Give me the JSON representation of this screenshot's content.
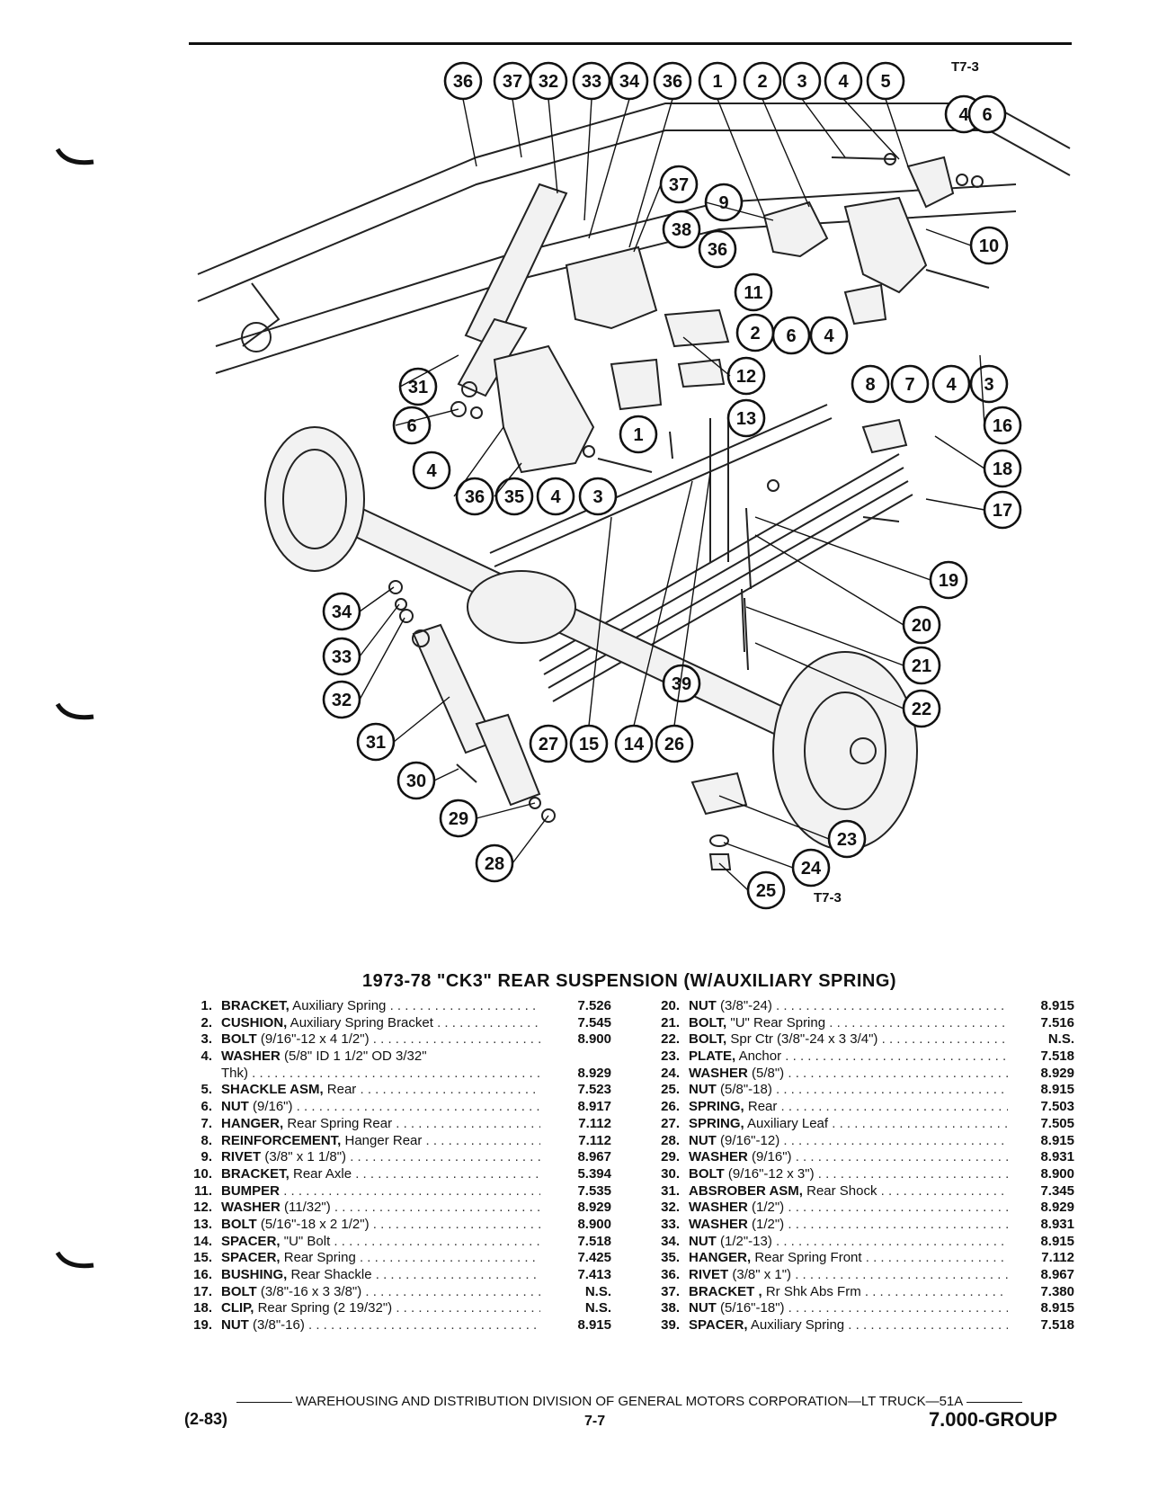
{
  "figure_id_top": "T7-3",
  "figure_id_bottom": "T7-3",
  "title": "1973-78 \"CK3\" REAR SUSPENSION (W/AUXILIARY SPRING)",
  "callouts": [
    "36",
    "37",
    "32",
    "33",
    "34",
    "36",
    "1",
    "2",
    "3",
    "4",
    "5",
    "4",
    "6",
    "37",
    "9",
    "38",
    "10",
    "36",
    "11",
    "2",
    "6",
    "4",
    "31",
    "12",
    "8",
    "7",
    "4",
    "3",
    "6",
    "13",
    "1",
    "16",
    "4",
    "36",
    "35",
    "4",
    "3",
    "18",
    "17",
    "19",
    "20",
    "34",
    "33",
    "21",
    "32",
    "39",
    "22",
    "31",
    "27",
    "15",
    "14",
    "26",
    "30",
    "29",
    "23",
    "28",
    "24",
    "25"
  ],
  "parts_left": [
    {
      "num": "1.",
      "name": "BRACKET,",
      "desc": "Auxiliary Spring",
      "code": "7.526"
    },
    {
      "num": "2.",
      "name": "CUSHION,",
      "desc": "Auxiliary Spring Bracket",
      "code": "7.545"
    },
    {
      "num": "3.",
      "name": "BOLT",
      "desc": "(9/16\"-12 x 4 1/2\")",
      "code": "8.900"
    },
    {
      "num": "4.",
      "name": "WASHER",
      "desc": "(5/8\" ID 1 1/2\" OD 3/32\"",
      "code": ""
    },
    {
      "num": "",
      "name": "",
      "desc": "Thk)",
      "code": "8.929"
    },
    {
      "num": "5.",
      "name": "SHACKLE ASM,",
      "desc": "Rear",
      "code": "7.523"
    },
    {
      "num": "6.",
      "name": "NUT",
      "desc": "(9/16\")",
      "code": "8.917"
    },
    {
      "num": "7.",
      "name": "HANGER,",
      "desc": "Rear Spring Rear",
      "code": "7.112"
    },
    {
      "num": "8.",
      "name": "REINFORCEMENT,",
      "desc": "Hanger Rear",
      "code": "7.112"
    },
    {
      "num": "9.",
      "name": "RIVET",
      "desc": "(3/8\" x 1 1/8\")",
      "code": "8.967"
    },
    {
      "num": "10.",
      "name": "BRACKET,",
      "desc": "Rear Axle",
      "code": "5.394"
    },
    {
      "num": "11.",
      "name": "BUMPER",
      "desc": "",
      "code": "7.535"
    },
    {
      "num": "12.",
      "name": "WASHER",
      "desc": "(11/32\")",
      "code": "8.929"
    },
    {
      "num": "13.",
      "name": "BOLT",
      "desc": "(5/16\"-18 x 2 1/2\")",
      "code": "8.900"
    },
    {
      "num": "14.",
      "name": "SPACER,",
      "desc": "\"U\" Bolt",
      "code": "7.518"
    },
    {
      "num": "15.",
      "name": "SPACER,",
      "desc": "Rear Spring",
      "code": "7.425"
    },
    {
      "num": "16.",
      "name": "BUSHING,",
      "desc": "Rear Shackle",
      "code": "7.413"
    },
    {
      "num": "17.",
      "name": "BOLT",
      "desc": "(3/8\"-16 x 3 3/8\")",
      "code": "N.S."
    },
    {
      "num": "18.",
      "name": "CLIP,",
      "desc": "Rear Spring (2 19/32\")",
      "code": "N.S."
    },
    {
      "num": "19.",
      "name": "NUT",
      "desc": "(3/8\"-16)",
      "code": "8.915"
    }
  ],
  "parts_right": [
    {
      "num": "20.",
      "name": "NUT",
      "desc": "(3/8\"-24)",
      "code": "8.915"
    },
    {
      "num": "21.",
      "name": "BOLT,",
      "desc": "\"U\" Rear Spring",
      "code": "7.516"
    },
    {
      "num": "22.",
      "name": "BOLT,",
      "desc": "Spr Ctr (3/8\"-24 x 3 3/4\")",
      "code": "N.S."
    },
    {
      "num": "23.",
      "name": "PLATE,",
      "desc": "Anchor",
      "code": "7.518"
    },
    {
      "num": "24.",
      "name": "WASHER",
      "desc": "(5/8\")",
      "code": "8.929"
    },
    {
      "num": "25.",
      "name": "NUT",
      "desc": "(5/8\"-18)",
      "code": "8.915"
    },
    {
      "num": "26.",
      "name": "SPRING,",
      "desc": "Rear",
      "code": "7.503"
    },
    {
      "num": "27.",
      "name": "SPRING,",
      "desc": "Auxiliary Leaf",
      "code": "7.505"
    },
    {
      "num": "28.",
      "name": "NUT",
      "desc": "(9/16\"-12)",
      "code": "8.915"
    },
    {
      "num": "29.",
      "name": "WASHER",
      "desc": "(9/16\")",
      "code": "8.931"
    },
    {
      "num": "30.",
      "name": "BOLT",
      "desc": "(9/16\"-12 x 3\")",
      "code": "8.900"
    },
    {
      "num": "31.",
      "name": "ABSROBER ASM,",
      "desc": "Rear Shock",
      "code": "7.345"
    },
    {
      "num": "32.",
      "name": "WASHER",
      "desc": "(1/2\")",
      "code": "8.929"
    },
    {
      "num": "33.",
      "name": "WASHER",
      "desc": "(1/2\")",
      "code": "8.931"
    },
    {
      "num": "34.",
      "name": "NUT",
      "desc": "(1/2\"-13)",
      "code": "8.915"
    },
    {
      "num": "35.",
      "name": "HANGER,",
      "desc": "Rear Spring Front",
      "code": "7.112"
    },
    {
      "num": "36.",
      "name": "RIVET",
      "desc": "(3/8\" x 1\")",
      "code": "8.967"
    },
    {
      "num": "37.",
      "name": "BRACKET ,",
      "desc": "Rr Shk Abs Frm",
      "code": "7.380"
    },
    {
      "num": "38.",
      "name": "NUT",
      "desc": "(5/16\"-18\")",
      "code": "8.915"
    },
    {
      "num": "39.",
      "name": "SPACER,",
      "desc": "Auxiliary Spring",
      "code": "7.518"
    }
  ],
  "footer": {
    "division": "WAREHOUSING AND DISTRIBUTION DIVISION OF GENERAL MOTORS CORPORATION—LT TRUCK—51A",
    "date_code": "(2-83)",
    "page": "7-7",
    "group": "7.000-GROUP"
  }
}
